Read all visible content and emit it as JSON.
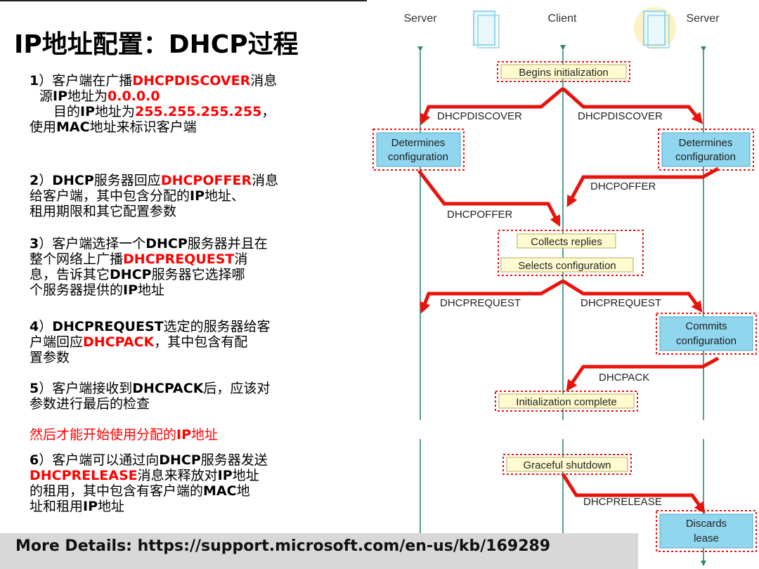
{
  "title": "IP地址配置：DHCP过程",
  "steps": [
    {
      "num": "1",
      "lines": [
        [
          {
            "t": "）客户端在广播"
          },
          {
            "t": "DHCPDISCOVER",
            "c": "red",
            "b": true
          },
          {
            "t": "消息"
          }
        ],
        [
          {
            "t": "源"
          },
          {
            "t": "IP",
            "b": true
          },
          {
            "t": "地址为"
          },
          {
            "t": "0.0.0.0",
            "c": "red",
            "b": true
          }
        ],
        [
          {
            "t": "目的"
          },
          {
            "t": "IP",
            "b": true
          },
          {
            "t": "地址为"
          },
          {
            "t": "255.255.255.255",
            "c": "red",
            "b": true
          },
          {
            "t": "，"
          }
        ],
        [
          {
            "t": "使用"
          },
          {
            "t": "MAC",
            "b": true
          },
          {
            "t": "地址来标识客户端"
          }
        ]
      ]
    },
    {
      "num": "2",
      "lines": [
        [
          {
            "t": "）"
          },
          {
            "t": "DHCP",
            "b": true
          },
          {
            "t": "服务器回应"
          },
          {
            "t": "DHCPOFFER",
            "c": "red",
            "b": true
          },
          {
            "t": "消息"
          }
        ],
        [
          {
            "t": "给客户端，其中包含分配的"
          },
          {
            "t": "IP",
            "b": true
          },
          {
            "t": "地址、"
          }
        ],
        [
          {
            "t": "租用期限和其它配置参数"
          }
        ]
      ]
    },
    {
      "num": "3",
      "lines": [
        [
          {
            "t": "）客户端选择一个"
          },
          {
            "t": "DHCP",
            "b": true
          },
          {
            "t": "服务器并且在"
          }
        ],
        [
          {
            "t": "整个网络上广播"
          },
          {
            "t": "DHCPREQUEST",
            "c": "red",
            "b": true
          },
          {
            "t": "消"
          }
        ],
        [
          {
            "t": "息，告诉其它"
          },
          {
            "t": "DHCP",
            "b": true
          },
          {
            "t": "服务器它选择哪"
          }
        ],
        [
          {
            "t": "个服务器提供的"
          },
          {
            "t": "IP",
            "b": true
          },
          {
            "t": "地址"
          }
        ]
      ]
    },
    {
      "num": "4",
      "lines": [
        [
          {
            "t": "）"
          },
          {
            "t": "DHCPREQUEST",
            "b": true
          },
          {
            "t": "选定的服务器给客"
          }
        ],
        [
          {
            "t": "户端回应"
          },
          {
            "t": "DHCPACK",
            "c": "red",
            "b": true
          },
          {
            "t": "，其中包含有配"
          }
        ],
        [
          {
            "t": "置参数"
          }
        ]
      ]
    },
    {
      "num": "5",
      "lines": [
        [
          {
            "t": "）客户端接收到"
          },
          {
            "t": "DHCPACK",
            "b": true
          },
          {
            "t": "后，应该对"
          }
        ],
        [
          {
            "t": "参数进行最后的检查"
          }
        ]
      ]
    },
    {
      "num": "",
      "lines": [
        [
          {
            "t": "然后才能开始使用分配的",
            "c": "red"
          },
          {
            "t": "IP",
            "c": "red",
            "b": true
          },
          {
            "t": "地址",
            "c": "red"
          }
        ]
      ]
    },
    {
      "num": "6",
      "lines": [
        [
          {
            "t": "）客户端可以通过向"
          },
          {
            "t": "DHCP",
            "b": true
          },
          {
            "t": "服务器发送"
          }
        ],
        [
          {
            "t": "DHCPRELEASE",
            "c": "red",
            "b": true
          },
          {
            "t": "消息来释放对"
          },
          {
            "t": "IP",
            "b": true
          },
          {
            "t": "地址"
          }
        ],
        [
          {
            "t": "的租用，其中包含有客户端的"
          },
          {
            "t": "MAC",
            "b": true
          },
          {
            "t": "地"
          }
        ],
        [
          {
            "t": "址和租用"
          },
          {
            "t": "IP",
            "b": true
          },
          {
            "t": "地址"
          }
        ]
      ]
    }
  ],
  "details": "More Details: https://support.microsoft.com/en-us/kb/169289",
  "diagram": {
    "headers": {
      "left_server": "Server",
      "client": "Client",
      "right_server": "Server"
    },
    "notes": {
      "begins": "Begins initialization",
      "collects": "Collects replies",
      "selects": "Selects configuration",
      "complete": "Initialization complete",
      "shutdown": "Graceful shutdown"
    },
    "boxes": {
      "det_left_1": "Determines",
      "det_left_2": "configuration",
      "det_right_1": "Determines",
      "det_right_2": "configuration",
      "commit_1": "Commits",
      "commit_2": "configuration",
      "discard_1": "Discards",
      "discard_2": "lease"
    },
    "messages": {
      "discover_left": "DHCPDISCOVER",
      "discover_right": "DHCPDISCOVER",
      "offer_right": "DHCPOFFER",
      "offer_left": "DHCPOFFER",
      "request_left": "DHCPREQUEST",
      "request_right": "DHCPREQUEST",
      "ack": "DHCPACK",
      "release": "DHCPRELEASE"
    },
    "colors": {
      "arrow": "#e8130c",
      "box_fill": "#8fd6ee",
      "note_fill": "#fffbd0",
      "dotted_border": "#e8130c",
      "lifeline": "#2a8a7a"
    }
  }
}
